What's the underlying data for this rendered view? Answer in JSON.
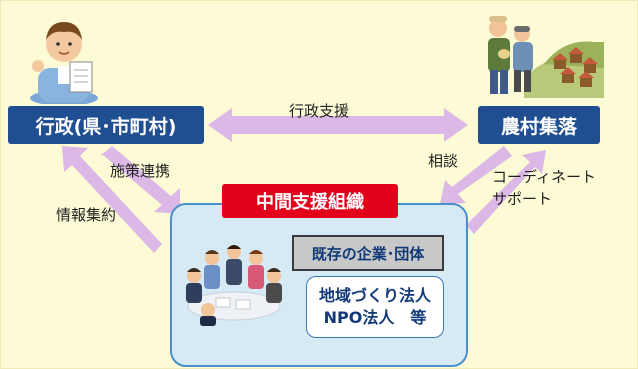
{
  "nodes": {
    "admin": "行政(県･市町村)",
    "village": "農村集落",
    "org_title": "中間支援組織",
    "org_existing": "既存の企業･団体",
    "org_line1": "地域づくり法人",
    "org_line2": "NPO法人　等"
  },
  "edges": {
    "admin_support": "行政支援",
    "policy_link": "施策連携",
    "info_gather": "情報集約",
    "consult": "相談",
    "coord_1": "コーディネート",
    "coord_2": "サポート"
  },
  "colors": {
    "background": "#fcfbd6",
    "node_blue": "#1f4e91",
    "org_red": "#e2001a",
    "org_fill": "#d6eaf5",
    "arrow": "#dcb8e6"
  },
  "icons": {
    "official": "official-with-clipboard-icon",
    "villagers": "farmers-with-houses-icon",
    "meeting": "meeting-people-icon"
  }
}
